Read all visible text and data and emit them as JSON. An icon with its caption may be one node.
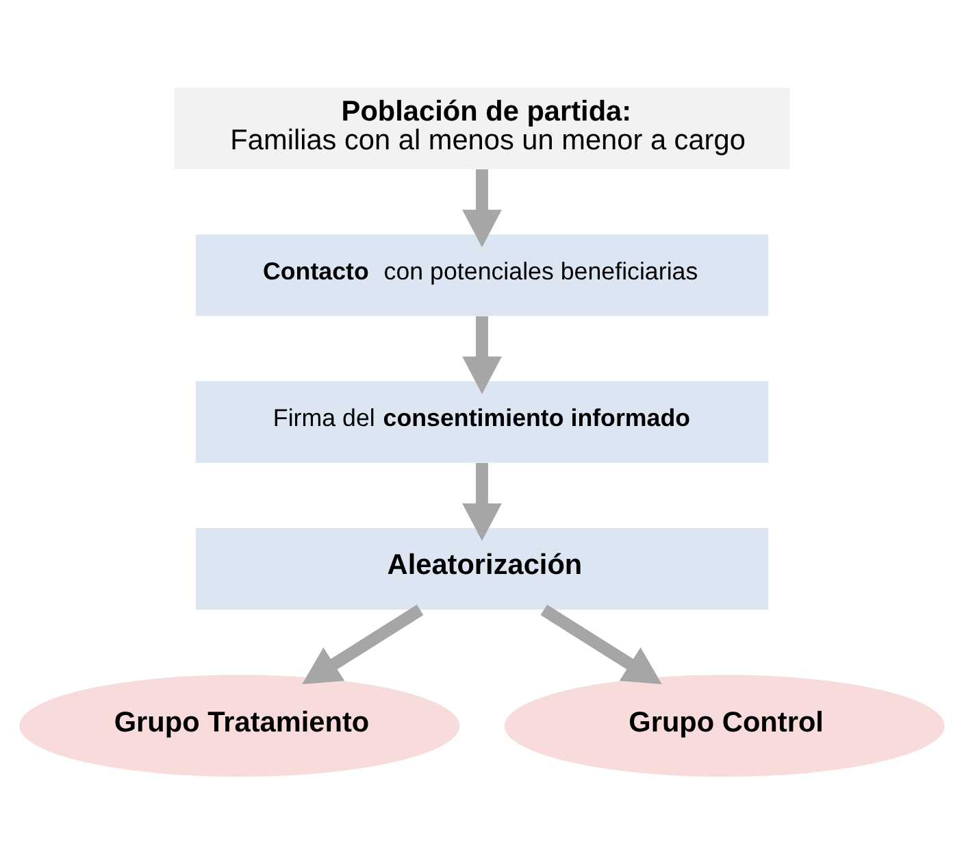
{
  "diagram": {
    "nodes": [
      {
        "text": [
          "Población de partida:",
          "Familias con al menos un menor a cargo"
        ]
      },
      {
        "text": [
          "**Contacto** con potenciales beneficiarias"
        ]
      },
      {
        "text": [
          "Firma del **consentimiento informado**"
        ]
      },
      {
        "text": [
          "Aleatorización"
        ]
      },
      {
        "text": [
          "Grupo Tratamiento"
        ]
      },
      {
        "text": [
          "Grupo Control"
        ]
      }
    ],
    "edges": [
      {
        "from": 0,
        "to": 1,
        "arrow": "to"
      },
      {
        "from": 1,
        "to": 2,
        "arrow": "to"
      },
      {
        "from": 2,
        "to": 3,
        "arrow": "to"
      },
      {
        "from": 3,
        "to": 4,
        "arrow": "to"
      },
      {
        "from": 3,
        "to": 5,
        "arrow": "to"
      }
    ]
  }
}
